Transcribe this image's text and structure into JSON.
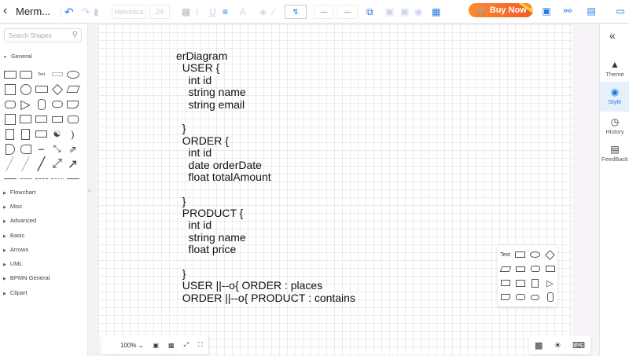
{
  "header": {
    "title": "Merm...",
    "font": "Helvetica",
    "font_size": "24",
    "buy_label": "Buy Now",
    "buy_badge": "-60%"
  },
  "left": {
    "search_placeholder": "Search Shapes",
    "categories": [
      "General",
      "Flowchart",
      "Misc",
      "Advanced",
      "Basic",
      "Arrows",
      "UML",
      "BPMN General",
      "Clipart"
    ],
    "text_shape_label": "Text"
  },
  "canvas": {
    "code_lines": [
      "erDiagram",
      "  USER {",
      "    int id",
      "    string name",
      "    string email",
      "",
      "  }",
      "  ORDER {",
      "    int id",
      "    date orderDate",
      "    float totalAmount",
      "",
      "  }",
      "  PRODUCT {",
      "    int id",
      "    string name",
      "    float price",
      "",
      "  }",
      "  USER ||--o{ ORDER : places",
      "  ORDER ||--o{ PRODUCT : contains"
    ]
  },
  "quick_shapes": {
    "text_label": "Text"
  },
  "zoom": {
    "level": "100%"
  },
  "right": {
    "tabs": [
      {
        "label": "Theme",
        "icon": "shirt-icon"
      },
      {
        "label": "Style",
        "icon": "palette-icon",
        "active": true
      },
      {
        "label": "History",
        "icon": "clock-icon"
      },
      {
        "label": "FeedBack",
        "icon": "feedback-icon"
      }
    ]
  },
  "colors": {
    "accent": "#1f7ae0",
    "buy_start": "#ff8a2a",
    "buy_end": "#f25a2a"
  }
}
